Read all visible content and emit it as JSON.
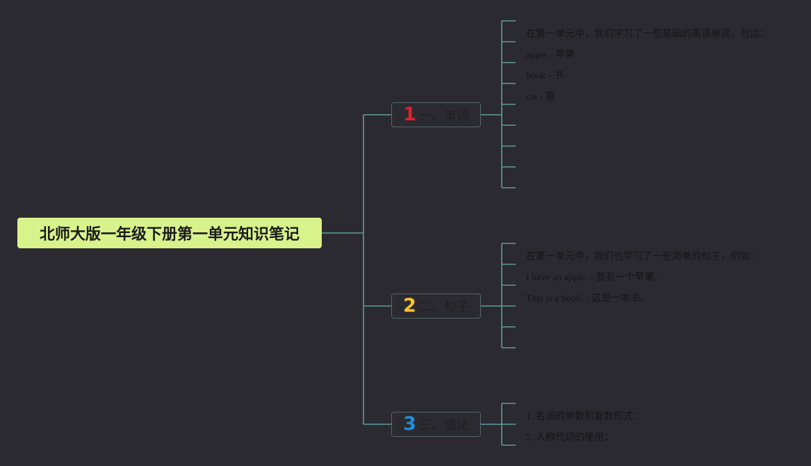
{
  "root": {
    "title": "北师大版一年级下册第一单元知识笔记"
  },
  "branches": [
    {
      "num": "1",
      "label": "一、单词",
      "num_color": "#e0202e",
      "leaves": [
        "在第一单元中，我们学习了一些基础的英语单词，包括：",
        "apple - 苹果",
        "book - 书",
        "cat - 猫",
        "",
        "",
        "",
        "",
        ""
      ]
    },
    {
      "num": "2",
      "label": "二、句子",
      "num_color": "#f5c32c",
      "leaves": [
        "在第一单元中，我们也学习了一些简单的句子，例如：",
        "I have an apple. - 我有一个苹果。",
        "This is a book. - 这是一本书。",
        "",
        "",
        ""
      ]
    },
    {
      "num": "3",
      "label": "三、语法",
      "num_color": "#1e8fd8",
      "leaves": [
        "",
        "1. 名词的单数和复数形式：",
        "2. 人称代词的使用："
      ]
    }
  ],
  "colors": {
    "background": "#2c2a31",
    "connector": "#5d9e9a",
    "root_fill": "#d8f28c",
    "branch_border": "#54686b"
  }
}
